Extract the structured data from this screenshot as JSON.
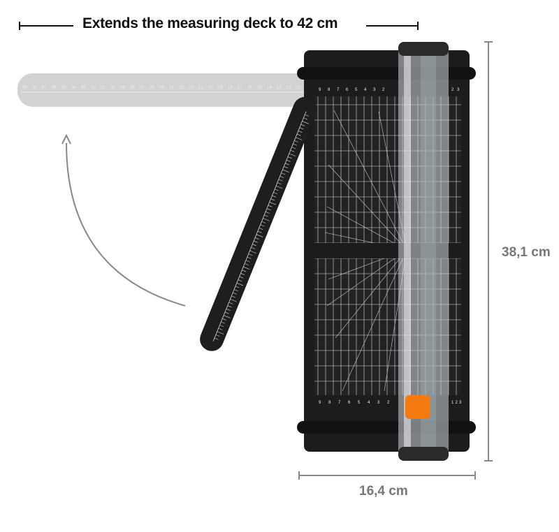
{
  "annotations": {
    "extension_label": "Extends the measuring deck to 42 cm",
    "height_label": "38,1 cm",
    "width_label": "16,4 cm"
  },
  "deck": {
    "top_ruler_numbers": [
      "9",
      "8",
      "7",
      "6",
      "5",
      "4",
      "3",
      "2",
      "2",
      "3"
    ],
    "bottom_ruler_numbers": [
      "9",
      "8",
      "7",
      "6",
      "5",
      "4",
      "3",
      "2",
      "1",
      "2",
      "3"
    ],
    "extension_ruler_numbers": [
      "39",
      "38",
      "37",
      "36",
      "35",
      "34",
      "33",
      "32",
      "31",
      "30",
      "29",
      "28",
      "27",
      "26",
      "25",
      "24",
      "23",
      "22",
      "21",
      "20",
      "19",
      "18",
      "17",
      "16",
      "15",
      "14",
      "13",
      "12",
      "11"
    ]
  },
  "colors": {
    "base": "#1c1c1c",
    "slider": "#f47a12",
    "extension": "#cfcfcf",
    "dimension_line_dark": "#111111",
    "dimension_line_gray": "#888888"
  }
}
